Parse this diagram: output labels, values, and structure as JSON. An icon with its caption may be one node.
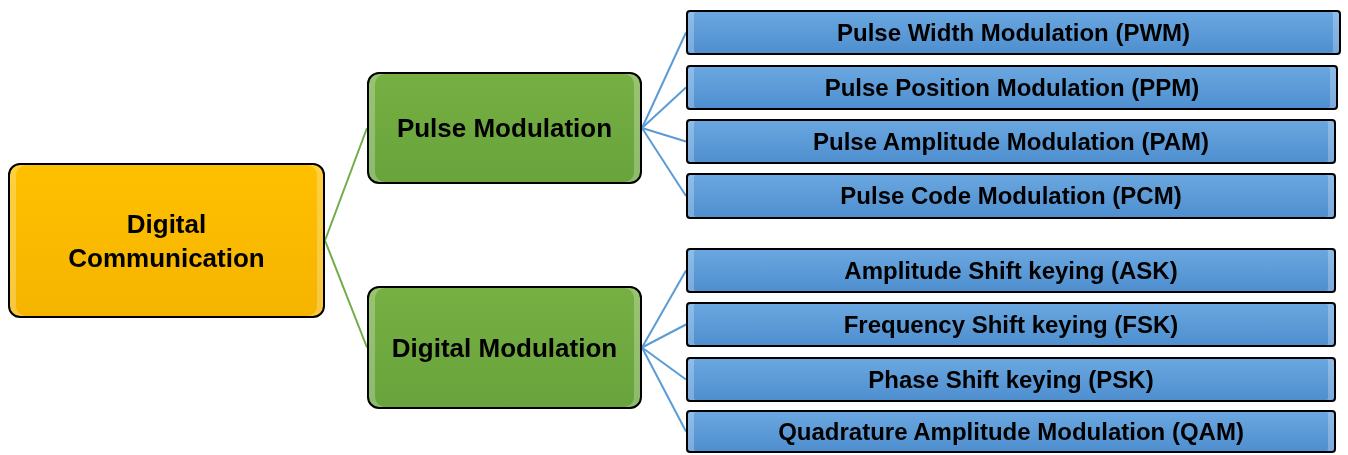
{
  "diagram": {
    "nodes": [
      {
        "text": [
          "Digital Communication"
        ]
      },
      {
        "text": [
          "Pulse Modulation"
        ]
      },
      {
        "text": [
          "Digital Modulation"
        ]
      },
      {
        "text": [
          "Pulse Width Modulation (PWM)"
        ]
      },
      {
        "text": [
          "Pulse  Position Modulation (PPM)"
        ]
      },
      {
        "text": [
          "Pulse Amplitude Modulation (PAM)"
        ]
      },
      {
        "text": [
          "Pulse Code Modulation (PCM)"
        ]
      },
      {
        "text": [
          "Amplitude Shift keying (ASK)"
        ]
      },
      {
        "text": [
          "Frequency Shift keying (FSK)"
        ]
      },
      {
        "text": [
          "Phase Shift keying (PSK)"
        ]
      },
      {
        "text": [
          "Quadrature Amplitude Modulation (QAM)"
        ]
      }
    ],
    "edges": [
      {
        "from": 0,
        "to": 1,
        "arrow": "none",
        "color": "#70ad47"
      },
      {
        "from": 0,
        "to": 2,
        "arrow": "none",
        "color": "#70ad47"
      },
      {
        "from": 1,
        "to": 3,
        "arrow": "none"
      },
      {
        "from": 1,
        "to": 4,
        "arrow": "none"
      },
      {
        "from": 1,
        "to": 5,
        "arrow": "none"
      },
      {
        "from": 1,
        "to": 6,
        "arrow": "none"
      },
      {
        "from": 2,
        "to": 7,
        "arrow": "none"
      },
      {
        "from": 2,
        "to": 8,
        "arrow": "none"
      },
      {
        "from": 2,
        "to": 9,
        "arrow": "none"
      },
      {
        "from": 2,
        "to": 10,
        "arrow": "none"
      }
    ]
  }
}
